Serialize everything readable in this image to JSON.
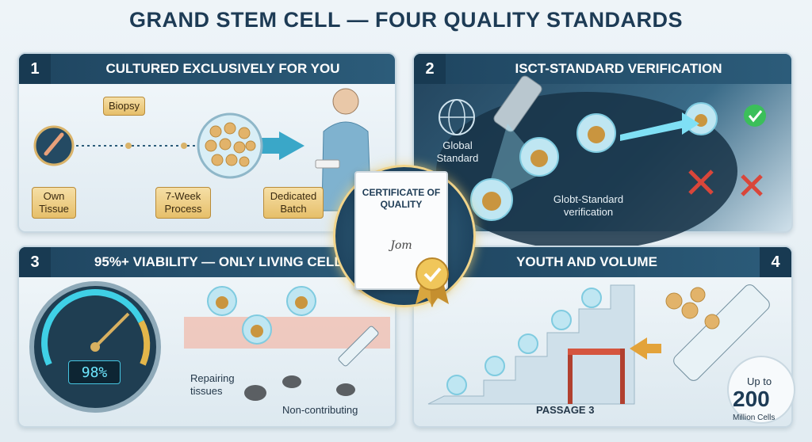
{
  "title": "GRAND STEM CELL — FOUR QUALITY STANDARDS",
  "panel1": {
    "number": "1",
    "heading": "CULTURED EXCLUSIVELY FOR YOU",
    "labels": {
      "biopsy": "Biopsy",
      "own_tissue": "Own Tissue",
      "process": "7-Week Process",
      "batch": "Dedicated Batch"
    }
  },
  "panel2": {
    "number": "2",
    "heading": "ISCT-STANDARD VERIFICATION",
    "labels": {
      "global": "Global Standard",
      "verification": "Globt-Standard verification"
    }
  },
  "panel3": {
    "number": "3",
    "heading": "95%+ VIABILITY — ONLY LIVING CELLS",
    "gauge_value": "98%",
    "labels": {
      "repairing": "Repairing tissues",
      "non_contributing": "Non-contributing"
    }
  },
  "panel4": {
    "number": "4",
    "heading": "YOUTH AND VOLUME",
    "labels": {
      "passage": "PASSAGE 3",
      "up_to": "Up to",
      "count": "200",
      "unit": "Million Cells"
    }
  },
  "certificate": {
    "title": "CERTIFICATE OF QUALITY",
    "signature": "Jom"
  },
  "colors": {
    "navy": "#1f4560",
    "gold": "#e6bf6a",
    "cell": "#bfe6f2",
    "nucleus": "#c9953f"
  }
}
